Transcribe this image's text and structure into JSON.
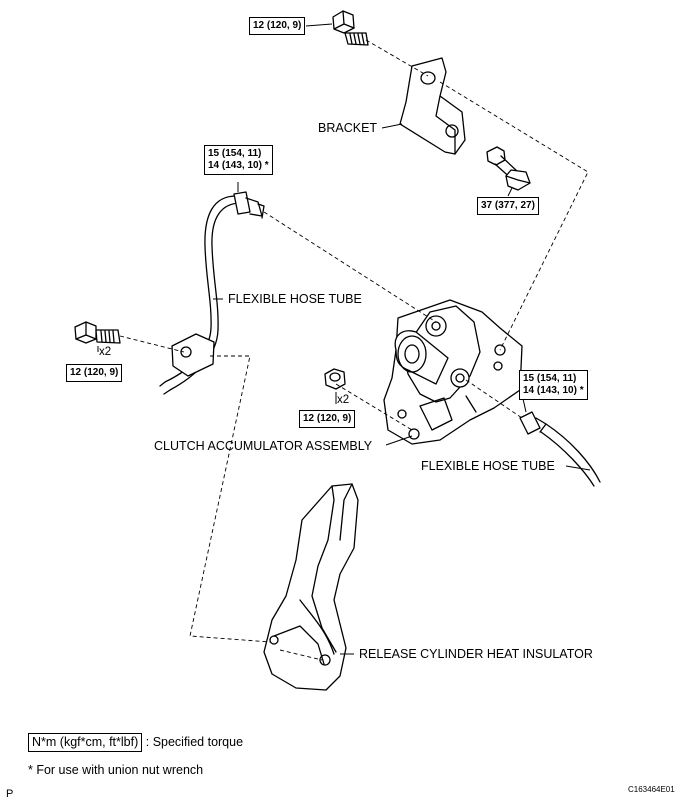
{
  "torque": {
    "bolt_top": "12 (120, 9)",
    "bolt_bracket": "37 (377, 27)",
    "hose_left_line1": "15 (154, 11)",
    "hose_left_line2": "14 (143, 10) *",
    "bolt_left": "12 (120, 9)",
    "nut_center": "12 (120, 9)",
    "hose_right_line1": "15 (154, 11)",
    "hose_right_line2": "14 (143, 10) *"
  },
  "quantity": {
    "bolt_left": "x2",
    "nut_center": "x2"
  },
  "labels": {
    "bracket": "BRACKET",
    "flexible_hose_tube_left": "FLEXIBLE HOSE TUBE",
    "clutch_accumulator_assembly": "CLUTCH ACCUMULATOR ASSEMBLY",
    "flexible_hose_tube_right": "FLEXIBLE HOSE TUBE",
    "release_cylinder_heat_insulator": "RELEASE CYLINDER HEAT INSULATOR"
  },
  "legend": {
    "unit_box": "N*m (kgf*cm, ft*lbf)",
    "unit_desc": ": Specified torque",
    "footnote": "* For use with union nut wrench"
  },
  "corner": {
    "bottom_left": "P",
    "bottom_right": "C163464E01"
  }
}
